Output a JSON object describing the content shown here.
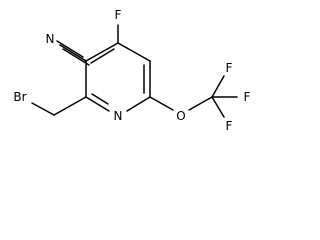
{
  "molecule": {
    "atoms": {
      "fluorine_top": "F",
      "nitrile_nitrogen": "N",
      "bromine": "Br",
      "ring_nitrogen": "N",
      "ether_oxygen": "O",
      "cf3_fluorine_upper": "F",
      "cf3_fluorine_right": "F",
      "cf3_fluorine_lower": "F"
    }
  }
}
